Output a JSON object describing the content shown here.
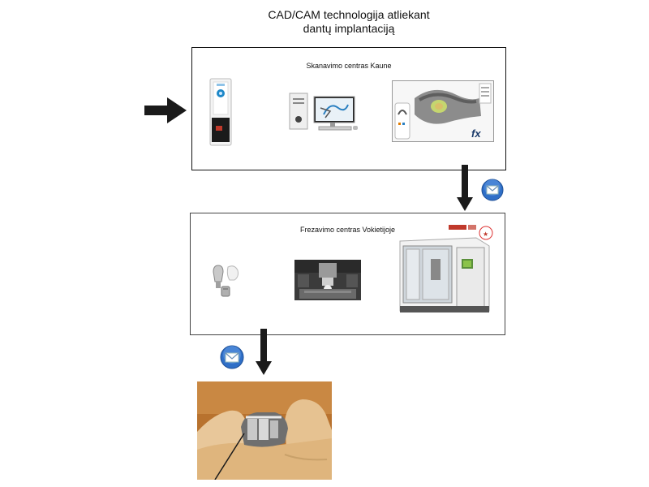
{
  "title": {
    "line1": "CAD/CAM technologija atliekant",
    "line2": "dantų implantaciją"
  },
  "scanning_center": {
    "label": "Skanavimo centras Kaune",
    "items": [
      "scanner-device",
      "cad-workstation",
      "cad-software-screen"
    ]
  },
  "milling_center": {
    "label": "Frezavimo centras Vokietijoje",
    "items": [
      "implant-abutments",
      "milling-spindle",
      "cnc-milling-machine"
    ]
  },
  "icons": {
    "email_1": "email-icon",
    "email_2": "email-icon",
    "flow_arrows": [
      "arrow-right",
      "arrow-down",
      "arrow-down"
    ]
  },
  "colors": {
    "arrow": "#1a1a1a",
    "email_blue": "#2f6fc7",
    "model_beige": "#e8c79a"
  }
}
